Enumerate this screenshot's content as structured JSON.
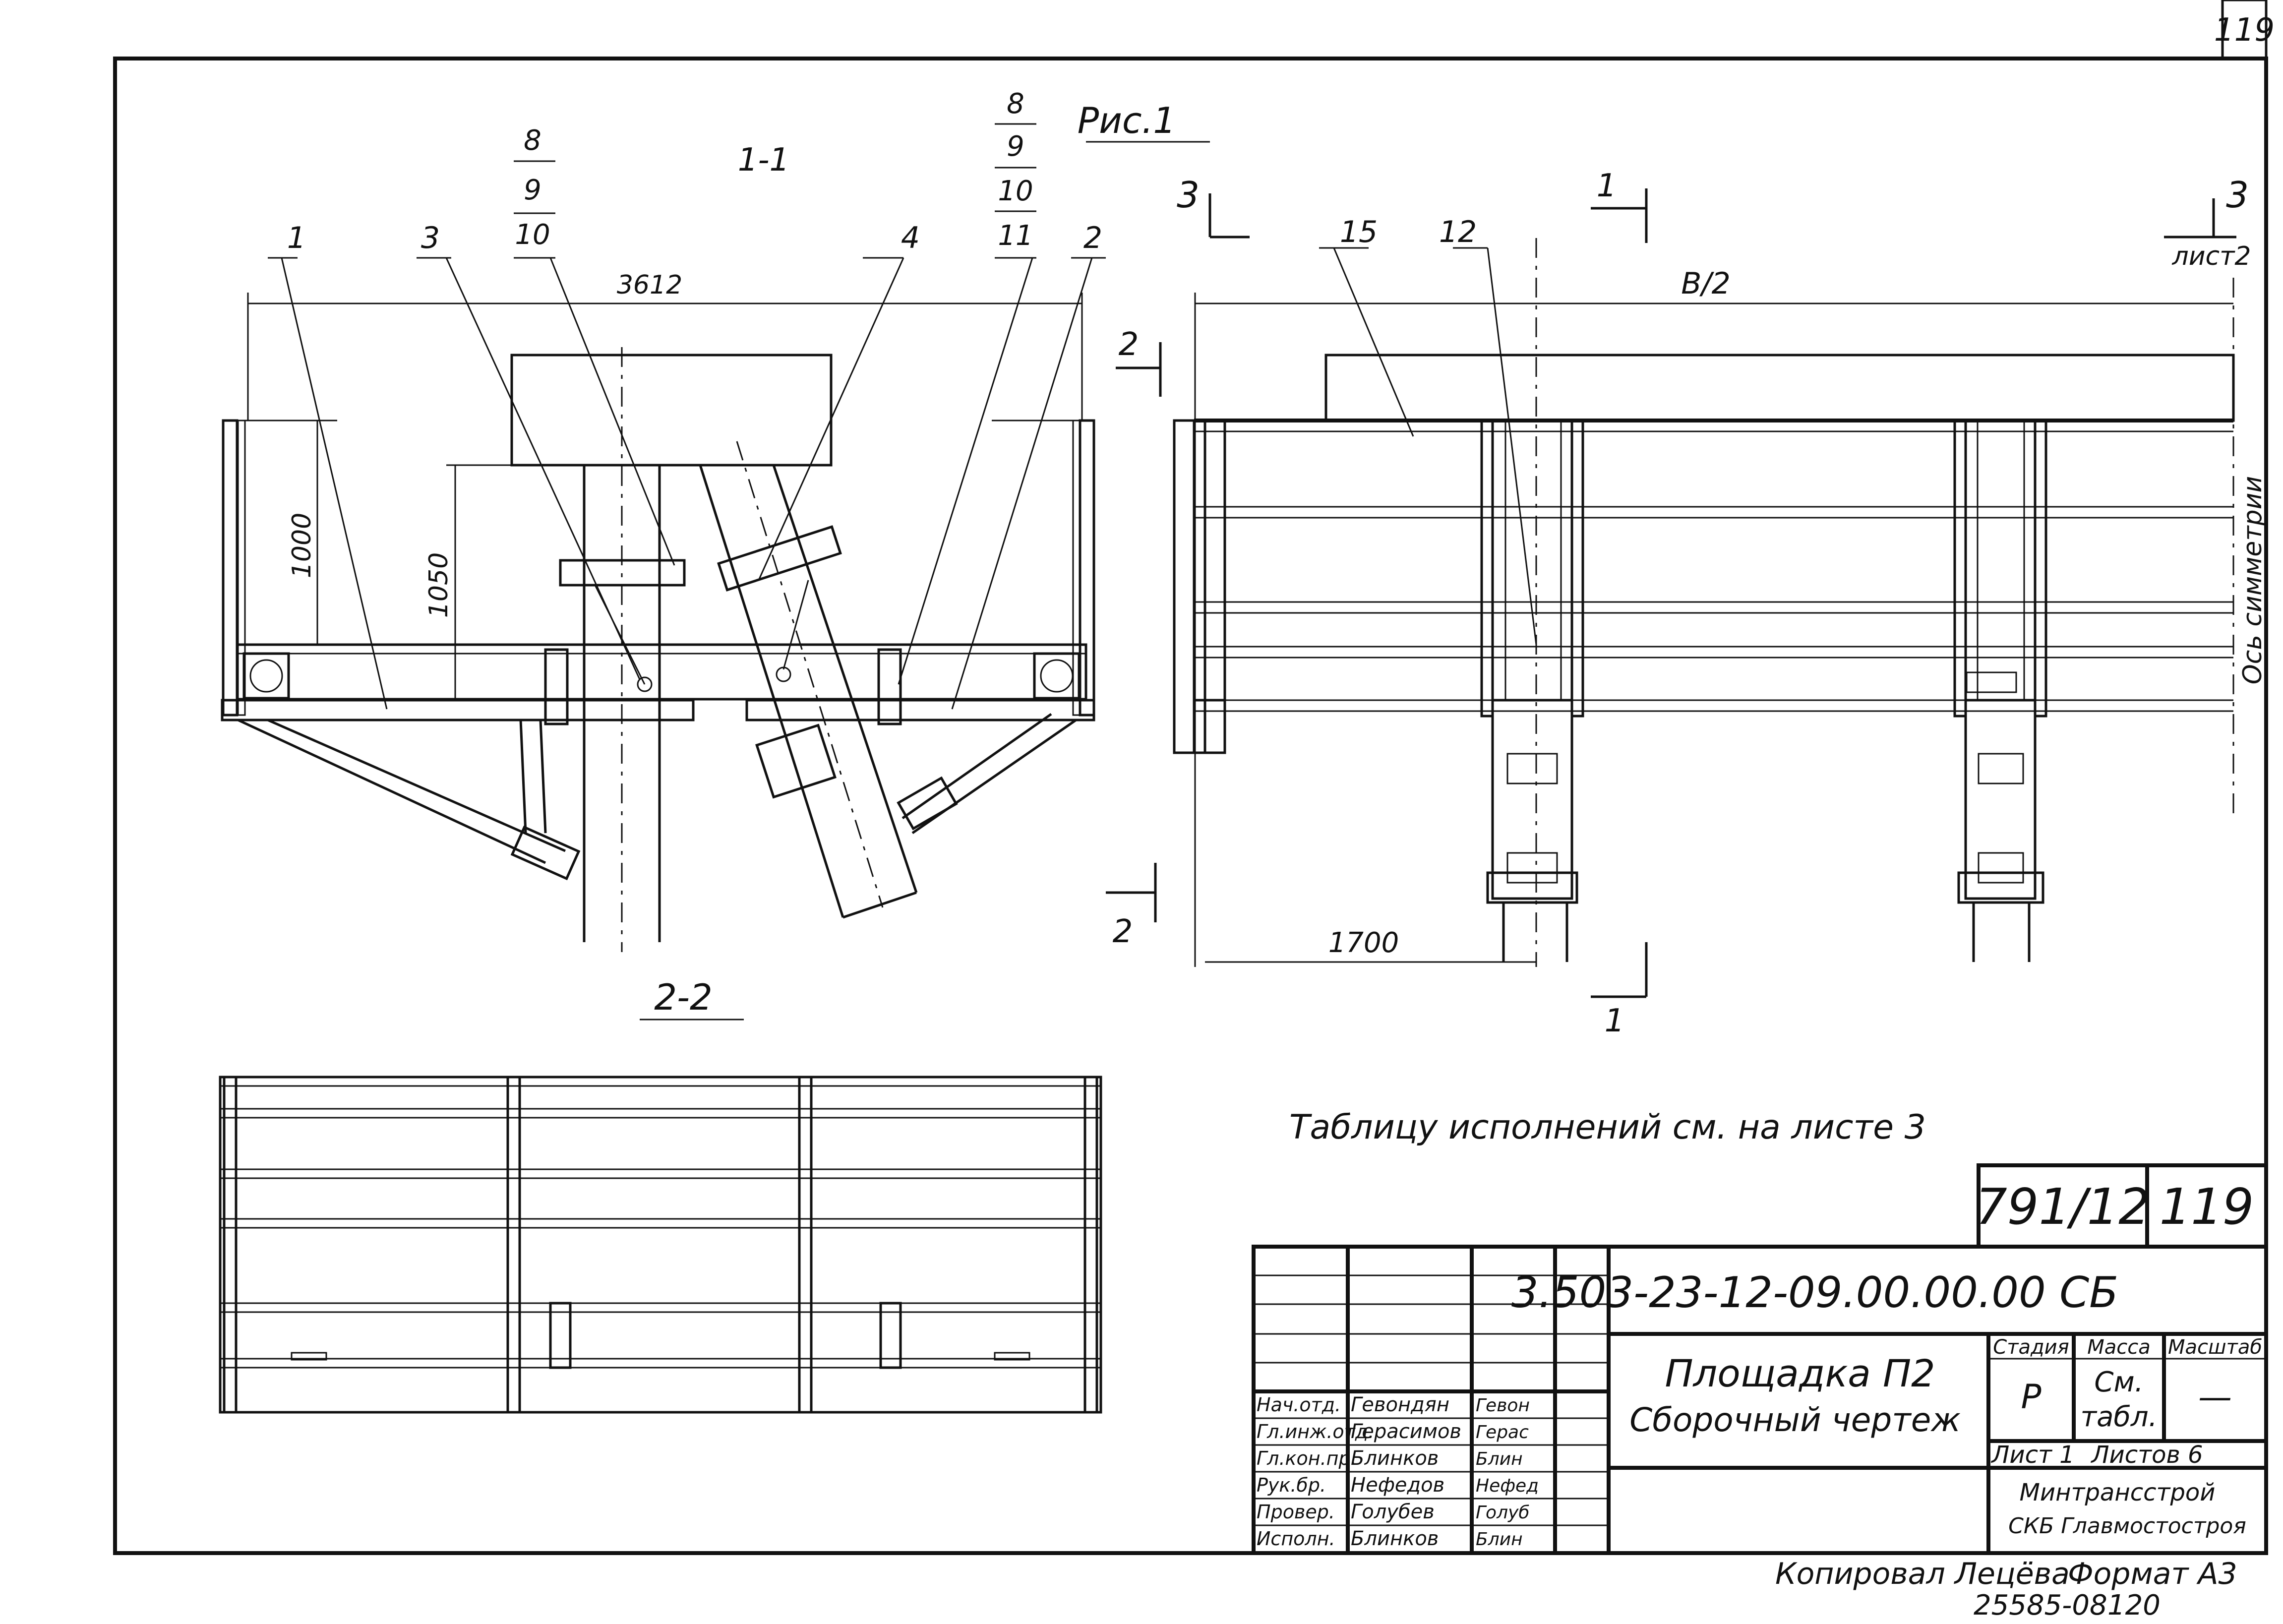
{
  "sheet": {
    "corner_page": "119",
    "figure_label": "Рис.1",
    "section_1_title": "1-1",
    "section_2_title": "2-2",
    "callouts": {
      "pos1": "1",
      "pos2": "2",
      "pos3": "3",
      "pos4": "4",
      "pos12": "12",
      "pos15": "15",
      "stack_left": [
        "8",
        "9",
        "10"
      ],
      "stack_right": [
        "8",
        "9",
        "10",
        "11"
      ]
    },
    "dimensions": {
      "width_left": "3612",
      "height_rail": "1000",
      "height_post": "1050",
      "half_width": "B/2",
      "spacing": "1700"
    },
    "section_marks": {
      "cut1_top": "1",
      "cut1_bottom": "1",
      "cut2_top": "2",
      "cut2_bottom": "2",
      "cut3_left": "3",
      "cut3_right": "3",
      "cut3_right_ref": "лист2"
    },
    "axis_label": "Ось симметрии",
    "note": "Таблицу исполнений см. на листе 3"
  },
  "title_block": {
    "inventory_no": "791/12",
    "inventory_sheet": "119",
    "designation": "3.503-23-12-09.00.00.00 СБ",
    "name_line1": "Площадка П2",
    "name_line2": "Сборочный чертеж",
    "stage_header": "Стадия",
    "mass_header": "Масса",
    "scale_header": "Масштаб",
    "stage_value": "Р",
    "mass_value_1": "См.",
    "mass_value_2": "табл.",
    "scale_value": "—",
    "sheet_label": "Лист 1",
    "sheets_label": "Листов 6",
    "org_line1": "Минтрансстрой",
    "org_line2": "СКБ Главмостостроя",
    "signatures": [
      {
        "role": "Нач.отд.",
        "name": "Гевондян",
        "sign": "Гевон"
      },
      {
        "role": "Гл.инж.отд.",
        "name": "Герасимов",
        "sign": "Герас"
      },
      {
        "role": "Гл.кон.пр.",
        "name": "Блинков",
        "sign": "Блин"
      },
      {
        "role": "Рук.бр.",
        "name": "Нефедов",
        "sign": "Нефед"
      },
      {
        "role": "Провер.",
        "name": "Голубев",
        "sign": "Голуб"
      },
      {
        "role": "Исполн.",
        "name": "Блинков",
        "sign": "Блин"
      }
    ]
  },
  "footer": {
    "copied": "Копировал Лецёва",
    "format": "Формат А3",
    "number": "25585-08",
    "page": "120"
  }
}
